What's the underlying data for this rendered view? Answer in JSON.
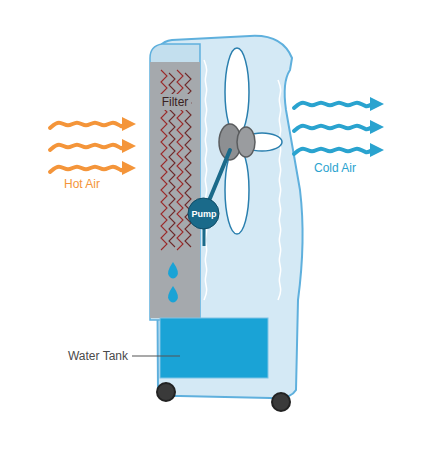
{
  "diagram": {
    "nodes": [
      {
        "text": [
          "Filter"
        ]
      },
      {
        "text": [
          "Pump"
        ]
      }
    ],
    "labels": [
      "Hot Air",
      "Cold Air",
      "Water Tank"
    ]
  }
}
